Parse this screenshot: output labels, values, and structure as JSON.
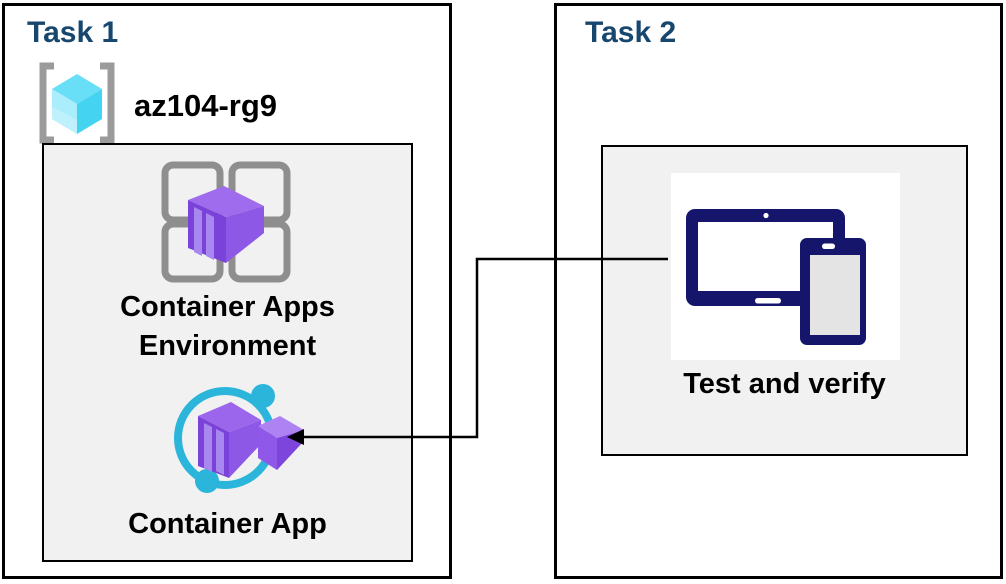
{
  "diagram": {
    "task1": {
      "title": "Task 1",
      "resource_group": "az104-rg9",
      "environment_label": "Container Apps Environment",
      "app_label": "Container App"
    },
    "task2": {
      "title": "Task 2",
      "verify_label": "Test and verify"
    }
  },
  "icons": {
    "resource_group": "resource-group-icon",
    "container_apps_environment": "container-apps-environment-icon",
    "container_app": "container-app-icon",
    "devices": "tablet-and-phone-icon",
    "connector": "arrow-connector"
  },
  "colors": {
    "title_blue": "#17466E",
    "panel_gray": "#F1F1F1",
    "device_navy": "#15156B",
    "app_purple": "#7B42DA",
    "orbit_cyan": "#2CB5DA",
    "cube_cyan": "#69DEF7",
    "grid_gray": "#8E8E8E",
    "connector_black": "#000000"
  }
}
